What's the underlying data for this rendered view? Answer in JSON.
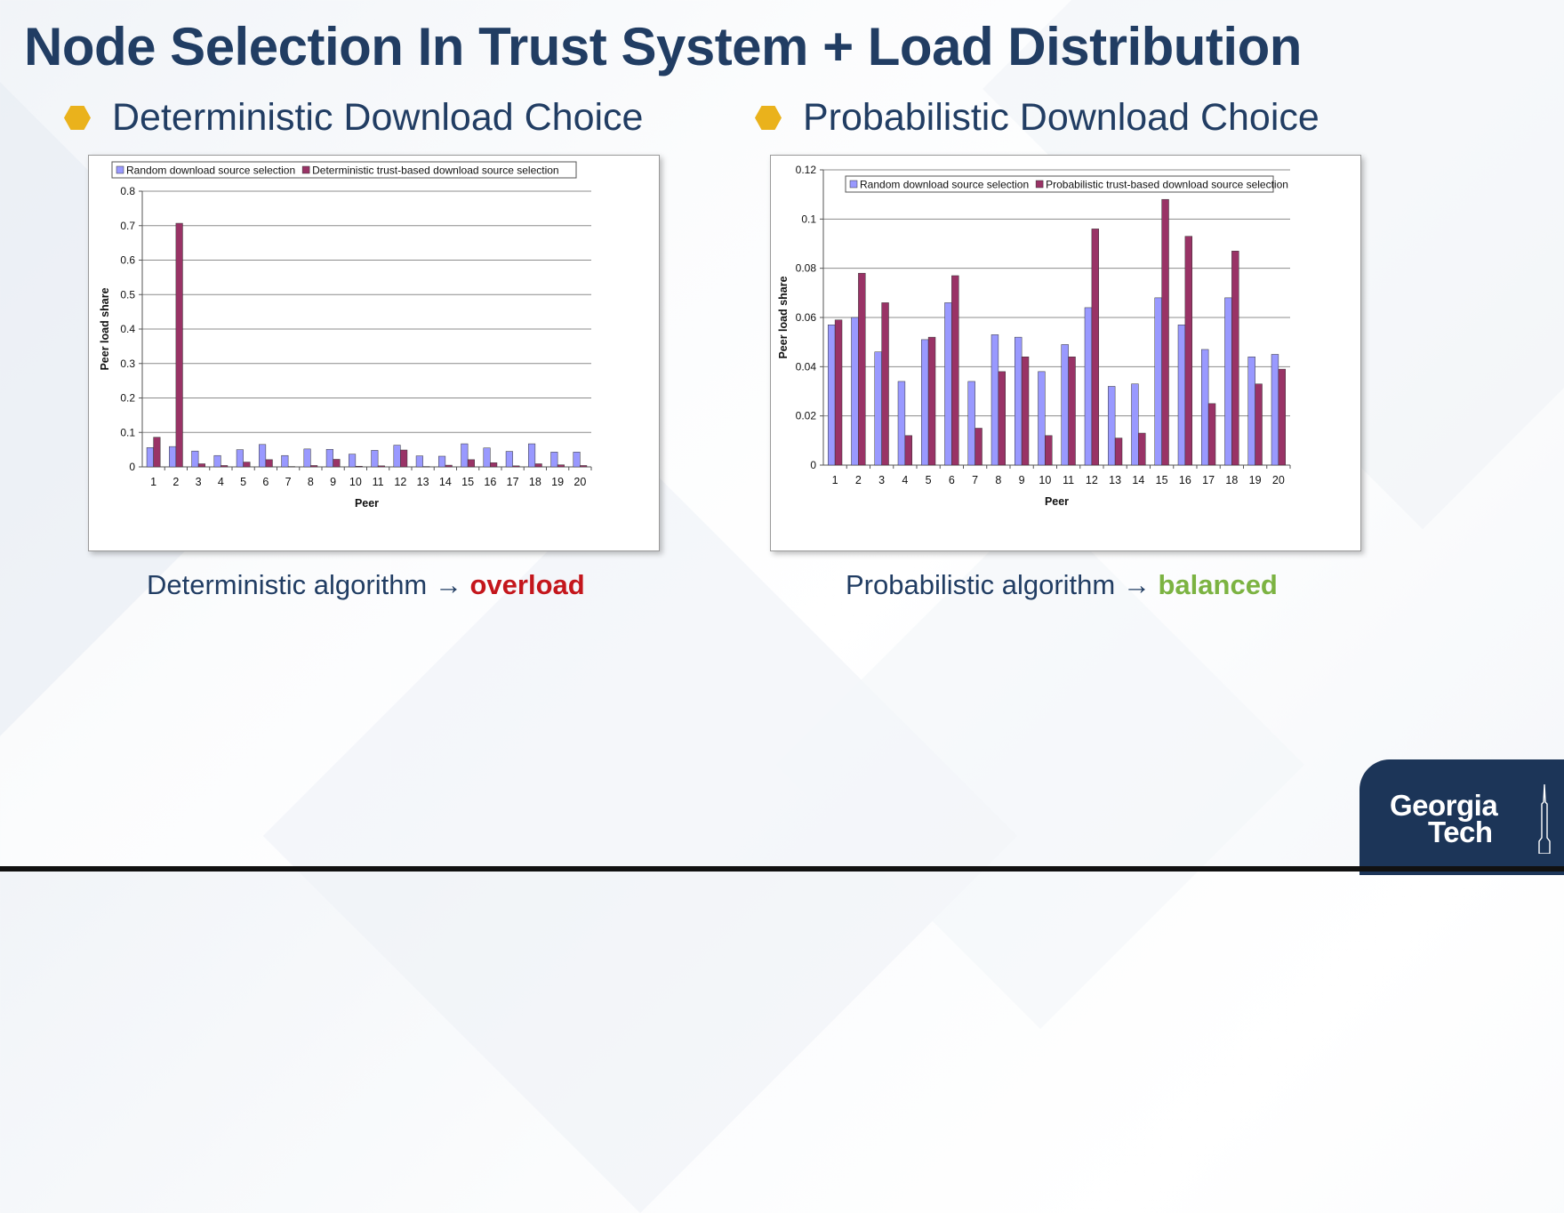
{
  "title": "Node Selection In Trust System + Load Distribution",
  "left": {
    "heading": "Deterministic Download Choice",
    "caption_prefix": "Deterministic algorithm →",
    "caption_verdict": "overload",
    "verdict_color": "#c4161c"
  },
  "right": {
    "heading": "Probabilistic Download Choice",
    "caption_prefix": "Probabilistic algorithm →",
    "caption_verdict": "balanced",
    "verdict_color": "#7cb342"
  },
  "logo": {
    "line1": "Georgia",
    "line2": "Tech"
  },
  "colors": {
    "random_series": "#9999ff",
    "trust_series": "#993366",
    "title": "#213d63",
    "bullet": "#eab21c"
  },
  "chart_data": [
    {
      "type": "bar",
      "title": "",
      "xlabel": "Peer",
      "ylabel": "Peer load share",
      "categories": [
        "1",
        "2",
        "3",
        "4",
        "5",
        "6",
        "7",
        "8",
        "9",
        "10",
        "11",
        "12",
        "13",
        "14",
        "15",
        "16",
        "17",
        "18",
        "19",
        "20"
      ],
      "ylim": [
        0,
        0.8
      ],
      "yticks": [
        0,
        0.1,
        0.2,
        0.3,
        0.4,
        0.5,
        0.6,
        0.7,
        0.8
      ],
      "ytick_labels": [
        "0",
        "0.1",
        "0.2",
        "0.3",
        "0.4",
        "0.5",
        "0.6",
        "0.7",
        "0.8"
      ],
      "grid": true,
      "legend_position": "top",
      "series": [
        {
          "name": "Random download source selection",
          "color": "#9999ff",
          "values": [
            0.056,
            0.059,
            0.046,
            0.033,
            0.05,
            0.065,
            0.033,
            0.052,
            0.051,
            0.037,
            0.048,
            0.063,
            0.032,
            0.031,
            0.067,
            0.055,
            0.045,
            0.067,
            0.043,
            0.043
          ]
        },
        {
          "name": "Deterministic trust-based download source selection",
          "color": "#993366",
          "values": [
            0.086,
            0.707,
            0.009,
            0.004,
            0.014,
            0.021,
            0.001,
            0.004,
            0.022,
            0.002,
            0.003,
            0.049,
            0.001,
            0.005,
            0.021,
            0.012,
            0.003,
            0.009,
            0.006,
            0.004
          ]
        }
      ]
    },
    {
      "type": "bar",
      "title": "",
      "xlabel": "Peer",
      "ylabel": "Peer load share",
      "categories": [
        "1",
        "2",
        "3",
        "4",
        "5",
        "6",
        "7",
        "8",
        "9",
        "10",
        "11",
        "12",
        "13",
        "14",
        "15",
        "16",
        "17",
        "18",
        "19",
        "20"
      ],
      "ylim": [
        0,
        0.12
      ],
      "yticks": [
        0,
        0.02,
        0.04,
        0.06,
        0.08,
        0.1,
        0.12
      ],
      "ytick_labels": [
        "0",
        "0.02",
        "0.04",
        "0.06",
        "0.08",
        "0.1",
        "0.12"
      ],
      "grid": true,
      "legend_position": "top",
      "series": [
        {
          "name": "Random download source selection",
          "color": "#9999ff",
          "values": [
            0.057,
            0.06,
            0.046,
            0.034,
            0.051,
            0.066,
            0.034,
            0.053,
            0.052,
            0.038,
            0.049,
            0.064,
            0.032,
            0.033,
            0.068,
            0.057,
            0.047,
            0.068,
            0.044,
            0.045
          ]
        },
        {
          "name": "Probabilistic trust-based download source selection",
          "color": "#993366",
          "values": [
            0.059,
            0.078,
            0.066,
            0.012,
            0.052,
            0.077,
            0.015,
            0.038,
            0.044,
            0.012,
            0.044,
            0.096,
            0.011,
            0.013,
            0.108,
            0.093,
            0.025,
            0.087,
            0.033,
            0.039
          ]
        }
      ]
    }
  ]
}
